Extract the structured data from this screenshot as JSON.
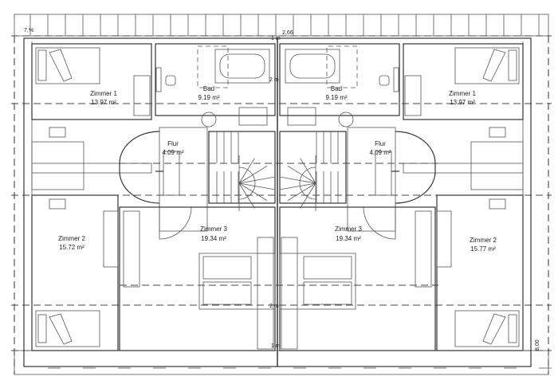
{
  "plan": {
    "dimensions": {
      "slope_top_left": "7,%",
      "top_height": "1 m",
      "top_width": "2,66",
      "center_height": "2 m",
      "bottom_height": "1 m",
      "right_width": "8,00"
    },
    "left_unit": {
      "zimmer1": {
        "name": "Zimmer 1",
        "area": "13.97 m²"
      },
      "bad": {
        "name": "Bad",
        "area": "9.19 m²"
      },
      "flur": {
        "name": "Flur",
        "area": "4.09 m²"
      },
      "zimmer2": {
        "name": "Zimmer 2",
        "area": "15.72 m²"
      },
      "zimmer3": {
        "name": "Zimmer 3",
        "area": "19.34 m²"
      }
    },
    "right_unit": {
      "zimmer1": {
        "name": "Zimmer 1",
        "area": "13.97 m²"
      },
      "bad": {
        "name": "Bad",
        "area": "9.19 m²"
      },
      "flur": {
        "name": "Flur",
        "area": "4.09 m²"
      },
      "zimmer2": {
        "name": "Zimmer 2",
        "area": "15.77 m²"
      },
      "zimmer3": {
        "name": "Zimmer 3",
        "area": "19.34 m²"
      }
    }
  }
}
